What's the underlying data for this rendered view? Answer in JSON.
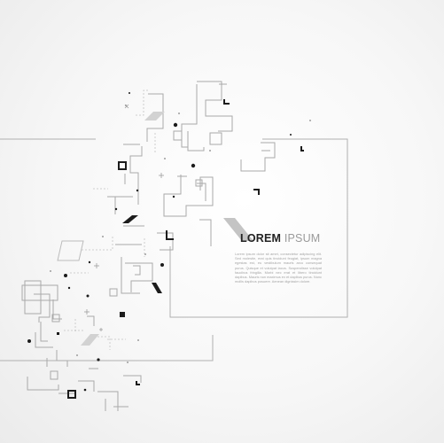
{
  "headline": {
    "word_1": "LOREM",
    "word_2": "IPSUM"
  },
  "body_text": "Lorem ipsum dolor sit amet, consectetur adipiscing elit. Sed molestie, erat quis tincidunt feugiat, ipsum magna egestas est, eu vestibulum mauris arcu consequat purus. Quisque et volutpat lacus. Suspendisse volutpat faucibus fringilla. Morbi nec erat et libero tincidunt dapibus. Mauris non maximus ex et dapibus purus. Nunc mollis dapibus posuere. Aenean dignissim dolore.",
  "colors": {
    "frame": "#b4b4b4",
    "circuit": "#a9a9a9",
    "accent_dark": "#1c1c1c",
    "accent_grey": "#c4c4c4"
  }
}
